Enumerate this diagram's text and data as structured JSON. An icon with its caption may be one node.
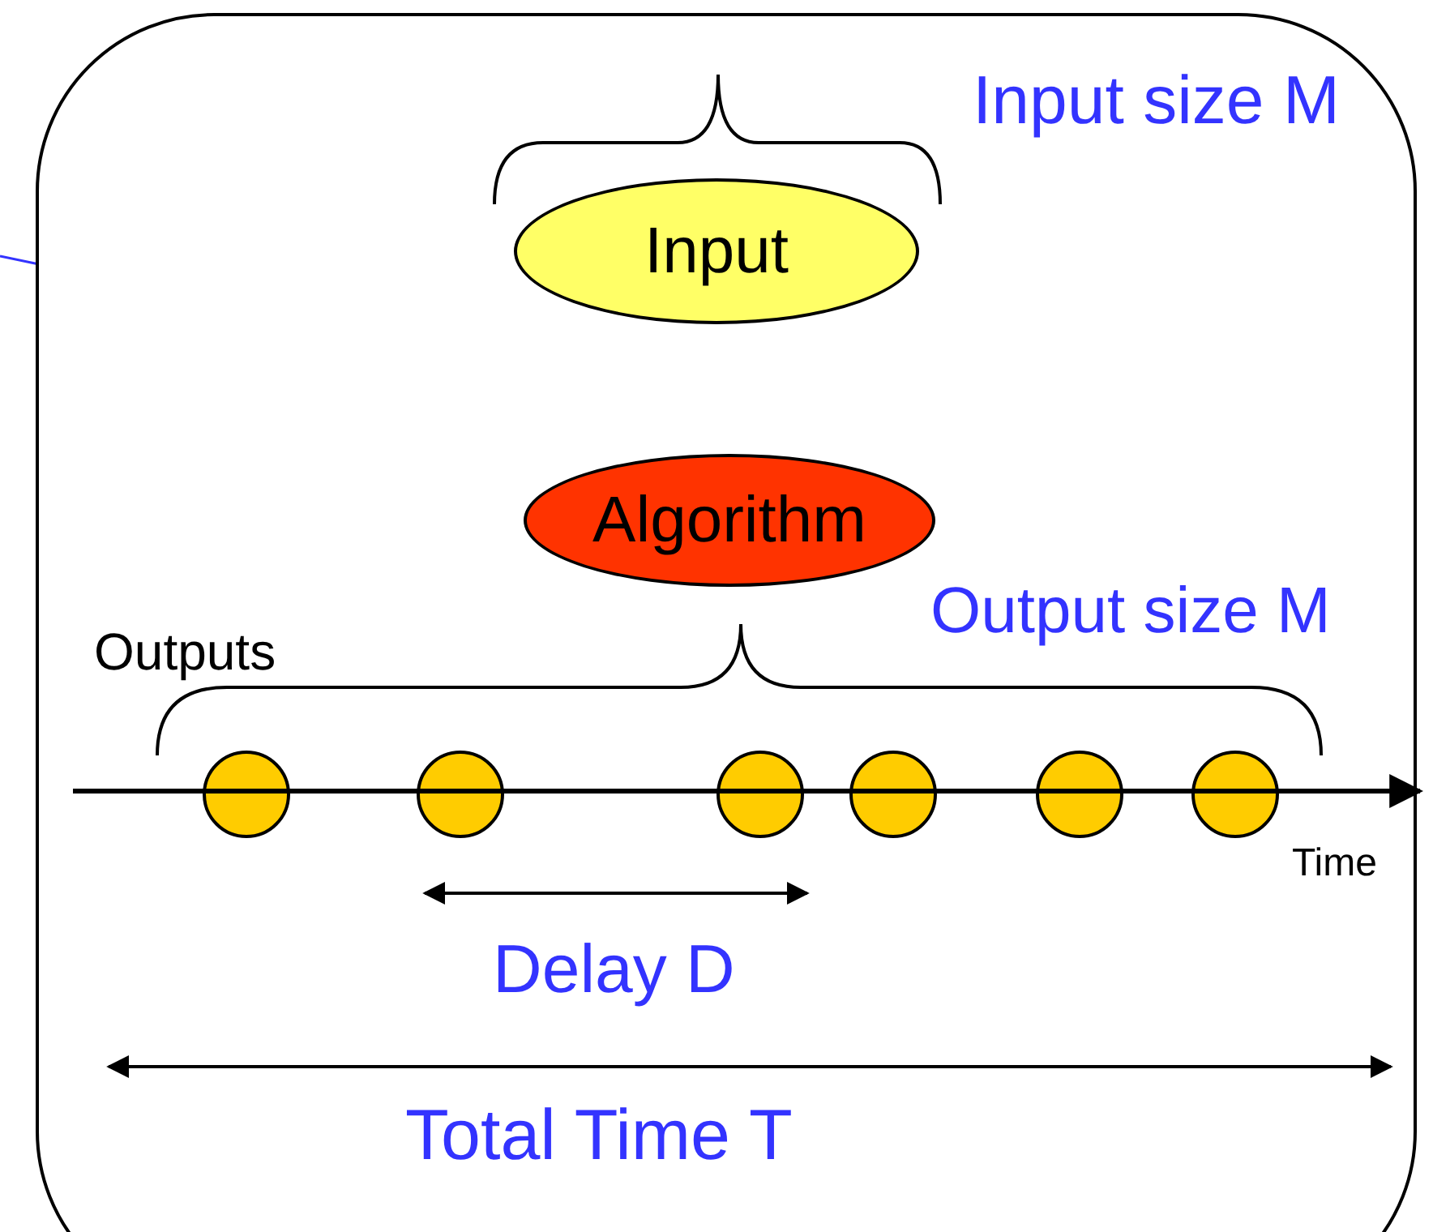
{
  "diagram": {
    "nodes": [
      {
        "text": [],
        "shape": "box"
      },
      {
        "text": [
          "Input"
        ],
        "in": 0
      },
      {
        "text": [
          "Algorithm"
        ],
        "in": 0
      },
      {
        "text": [],
        "shape": "circle",
        "in": 0
      },
      {
        "text": [],
        "shape": "circle",
        "in": 0
      },
      {
        "text": [],
        "shape": "circle",
        "in": 0
      },
      {
        "text": [],
        "shape": "circle",
        "in": 0
      },
      {
        "text": [],
        "shape": "circle",
        "in": 0
      },
      {
        "text": [],
        "shape": "circle",
        "in": 0
      }
    ],
    "labels": [
      "Input size M",
      "Output size M",
      "Outputs",
      "Time",
      "Delay D",
      "Total Time T"
    ]
  }
}
